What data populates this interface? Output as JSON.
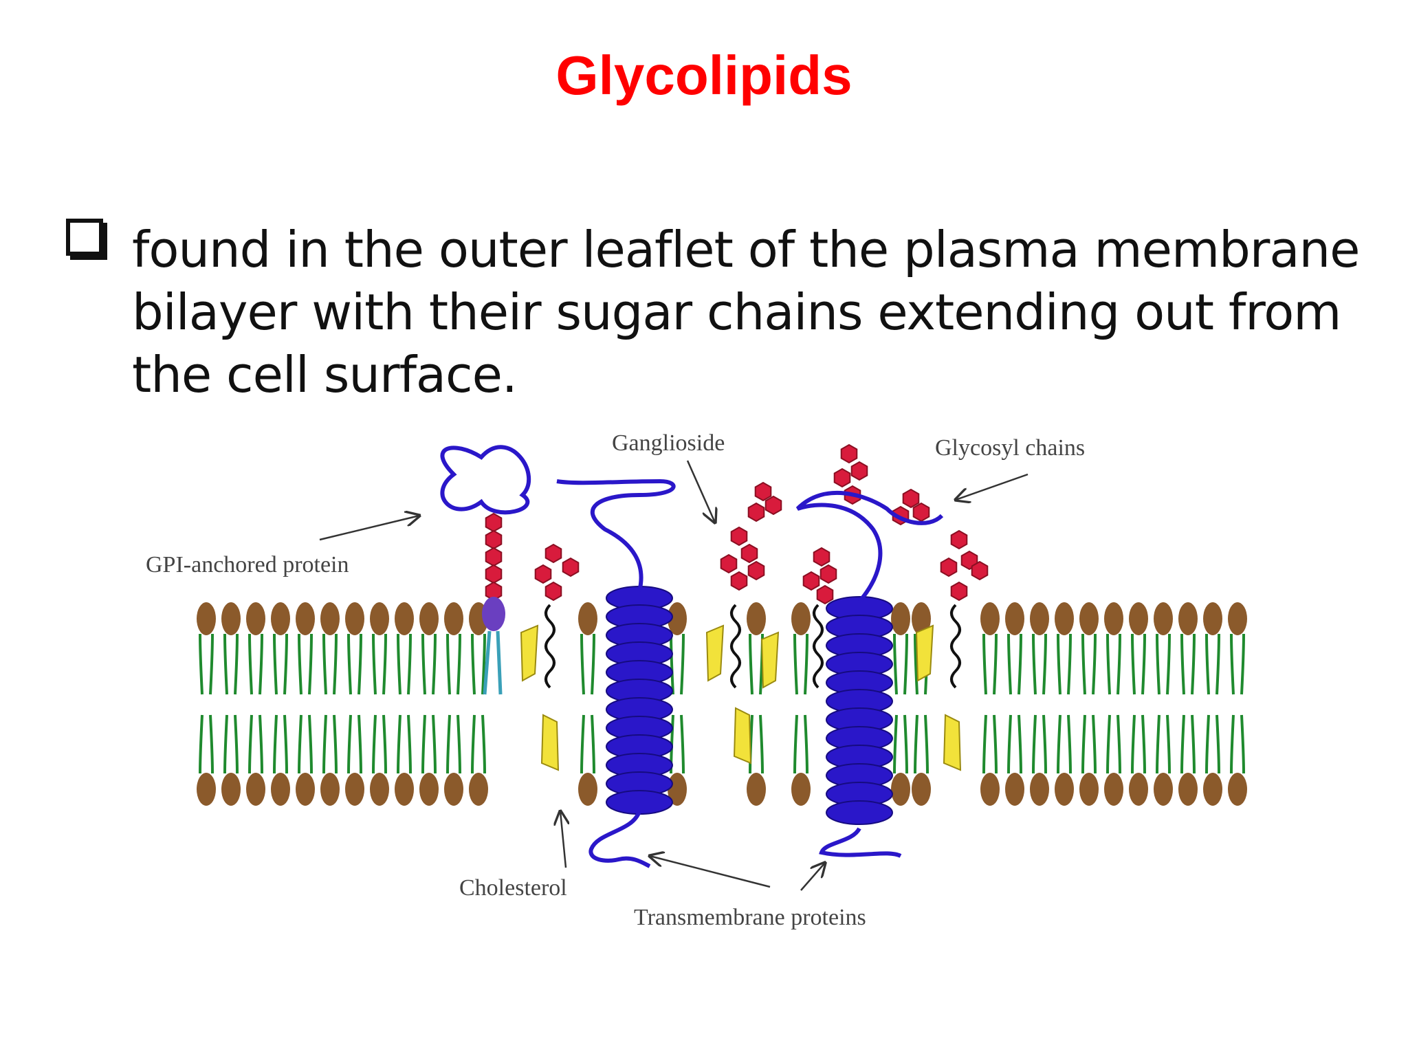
{
  "slide": {
    "title": "Glycolipids",
    "bullet_text": "found in the outer leaflet of the plasma membrane bilayer with their sugar chains extending out from the cell surface."
  },
  "diagram": {
    "labels": {
      "ganglioside": "Ganglioside",
      "glycosyl_chains": "Glycosyl chains",
      "gpi_anchored_protein": "GPI-anchored protein",
      "cholesterol": "Cholesterol",
      "transmembrane_proteins": "Transmembrane proteins"
    },
    "colors": {
      "title": "#ff0000",
      "lipid_head": "#8b5a2b",
      "lipid_tail": "#1f8a2e",
      "protein": "#2a17c9",
      "cholesterol": "#f2e23a",
      "sugar": "#d81b3c",
      "gpi_anchor": "#6a3fc0"
    }
  }
}
